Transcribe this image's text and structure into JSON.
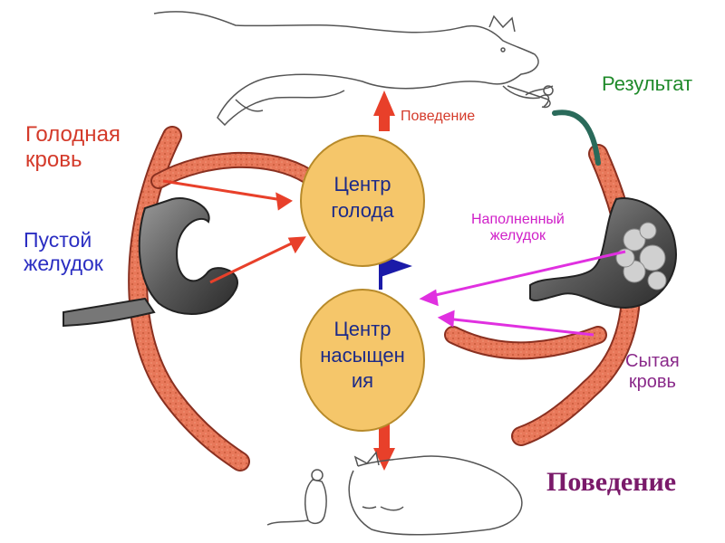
{
  "labels": {
    "hungry_blood": [
      "Голодная",
      "кровь"
    ],
    "empty_stomach": [
      "Пустой",
      "желудок"
    ],
    "result": "Результат",
    "full_stomach": [
      "Наполненный",
      "желудок"
    ],
    "fed_blood": [
      "Сытая",
      "кровь"
    ],
    "behavior_top": "Поведение",
    "behavior_bottom": "Поведение"
  },
  "centers": {
    "hunger": [
      "Центр",
      "голода"
    ],
    "satiety": [
      "Центр",
      "насыщен",
      "ия"
    ]
  },
  "colors": {
    "center_fill": "#f5c66a",
    "vessel": "#e8785a",
    "hungry_arrow": "#e8402a",
    "full_arrow": "#e030e0",
    "link_arrow": "#1a1aa8",
    "result_vessel": "#2a6a5a"
  }
}
